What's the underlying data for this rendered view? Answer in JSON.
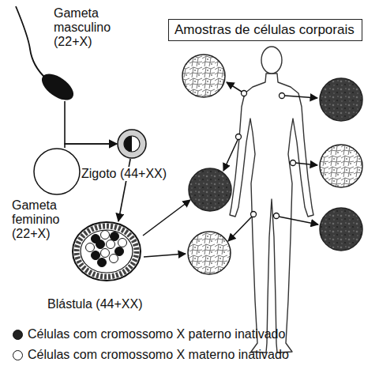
{
  "diagram": {
    "nodes": [
      {
        "text": [
          "Gameta masculino (22+X)"
        ]
      },
      {
        "text": [
          "Amostras de células corporais"
        ]
      },
      {
        "text": [
          "Zigoto (44+XX)"
        ]
      },
      {
        "text": [
          "Gameta feminino (22+X)"
        ]
      },
      {
        "text": [
          "Blástula (44+XX)"
        ]
      }
    ],
    "edges": [
      {
        "from": 0,
        "to": 2,
        "arrow": "to"
      },
      {
        "from": 3,
        "to": 2,
        "arrow": "to"
      },
      {
        "from": 2,
        "to": 4,
        "arrow": "to"
      }
    ],
    "legend": [
      {
        "text": "Células com cromossomo X paterno inativado",
        "color": "#222222"
      },
      {
        "text": "Células com cromossomo X materno inativado",
        "color": "#ffffff"
      }
    ]
  }
}
